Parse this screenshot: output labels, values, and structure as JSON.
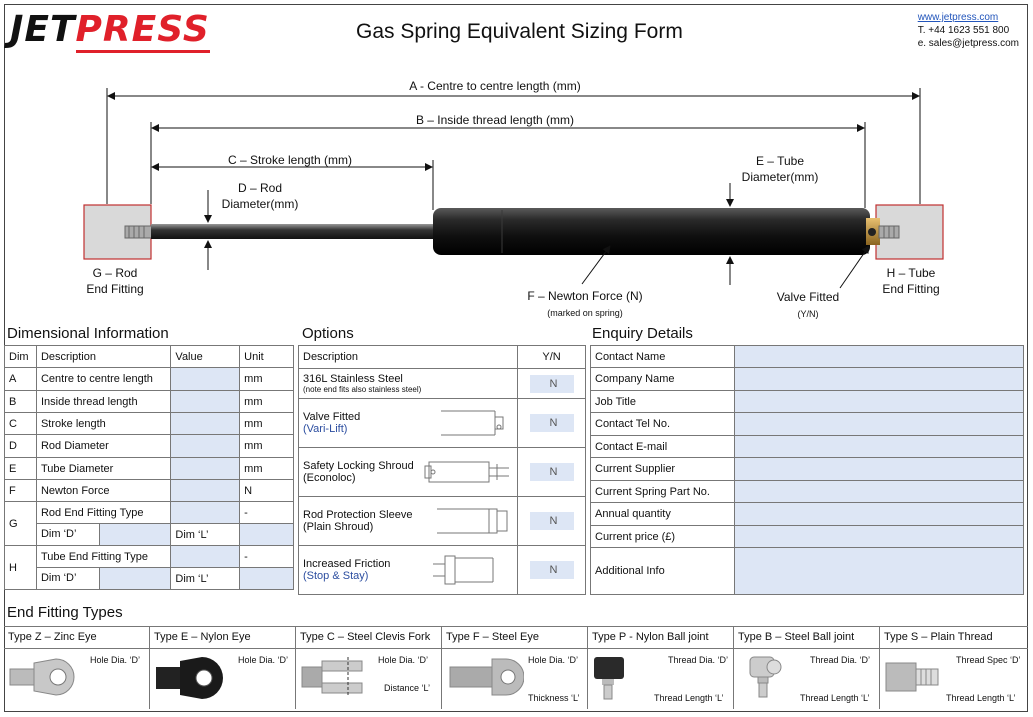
{
  "header": {
    "logo_left": "JET",
    "logo_right": "PRESS",
    "title": "Gas Spring Equivalent Sizing Form",
    "website": "www.jetpress.com",
    "phone": "T. +44 1623 551 800",
    "email": "e. sales@jetpress.com"
  },
  "diagram": {
    "a_label": "A - Centre to centre length (mm)",
    "b_label": "B – Inside thread length (mm)",
    "c_label": "C – Stroke length (mm)",
    "d_label_1": "D – Rod",
    "d_label_2": "Diameter(mm)",
    "e_label_1": "E – Tube",
    "e_label_2": "Diameter(mm)",
    "f_label": "F – Newton Force (N)",
    "f_sub": "(marked on spring)",
    "g_label_1": "G – Rod",
    "g_label_2": "End Fitting",
    "h_label_1": "H – Tube",
    "h_label_2": "End Fitting",
    "valve_label": "Valve Fitted",
    "valve_sub": "(Y/N)"
  },
  "dimensional": {
    "title": "Dimensional Information",
    "headers": [
      "Dim",
      "Description",
      "Value",
      "Unit"
    ],
    "rows": [
      {
        "dim": "A",
        "desc": "Centre to centre length",
        "unit": "mm"
      },
      {
        "dim": "B",
        "desc": "Inside thread length",
        "unit": "mm"
      },
      {
        "dim": "C",
        "desc": "Stroke length",
        "unit": "mm"
      },
      {
        "dim": "D",
        "desc": "Rod Diameter",
        "unit": "mm"
      },
      {
        "dim": "E",
        "desc": "Tube Diameter",
        "unit": "mm"
      },
      {
        "dim": "F",
        "desc": "Newton Force",
        "unit": "N"
      }
    ],
    "g": {
      "dim": "G",
      "desc": "Rod End Fitting Type",
      "unit": "-",
      "dim_d": "Dim ‘D’",
      "dim_l": "Dim ‘L’"
    },
    "h": {
      "dim": "H",
      "desc": "Tube End Fitting Type",
      "unit": "-",
      "dim_d": "Dim ‘D’",
      "dim_l": "Dim ‘L’"
    }
  },
  "options": {
    "title": "Options",
    "headers": [
      "Description",
      "Y/N"
    ],
    "rows": [
      {
        "label": "316L Stainless Steel",
        "sub": "(note end fits also stainless steel)",
        "value": "N"
      },
      {
        "label": "Valve Fitted",
        "sub": "(Vari-Lift)",
        "value": "N"
      },
      {
        "label": "Safety Locking Shroud",
        "sub": "(Econoloc)",
        "value": "N"
      },
      {
        "label": "Rod Protection Sleeve",
        "sub": "(Plain Shroud)",
        "value": "N"
      },
      {
        "label": "Increased Friction",
        "sub": "(Stop & Stay)",
        "value": "N"
      }
    ]
  },
  "enquiry": {
    "title": "Enquiry Details",
    "rows": [
      "Contact Name",
      "Company Name",
      "Job Title",
      "Contact Tel No.",
      "Contact E-mail",
      "Current Supplier",
      "Current Spring Part No.",
      "Annual quantity",
      "Current price (£)",
      "Additional Info"
    ]
  },
  "end_fittings": {
    "title": "End Fitting Types",
    "types": [
      {
        "name": "Type Z – Zinc Eye",
        "note1": "Hole Dia. ‘D’",
        "note2": ""
      },
      {
        "name": "Type E – Nylon Eye",
        "note1": "Hole Dia. ‘D’",
        "note2": ""
      },
      {
        "name": "Type C – Steel Clevis Fork",
        "note1": "Hole Dia. ‘D’",
        "note2": "Distance ‘L’"
      },
      {
        "name": "Type F – Steel Eye",
        "note1": "Hole Dia. ‘D’",
        "note2": "Thickness ‘L’"
      },
      {
        "name": "Type P  - Nylon Ball joint",
        "note1": "Thread Dia. ‘D’",
        "note2": "Thread Length ‘L’"
      },
      {
        "name": "Type B – Steel Ball joint",
        "note1": "Thread Dia. ‘D’",
        "note2": "Thread Length ‘L’"
      },
      {
        "name": "Type S – Plain Thread",
        "note1": "Thread Spec ‘D’",
        "note2": "Thread Length ‘L’"
      }
    ]
  }
}
